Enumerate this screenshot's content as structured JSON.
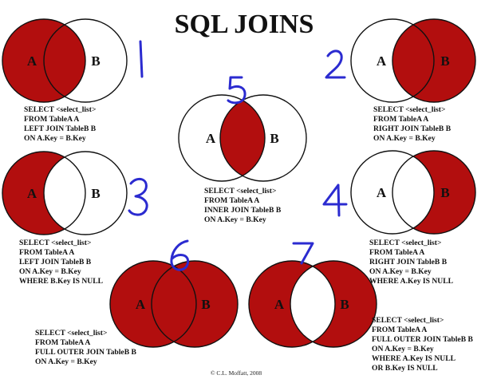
{
  "title": "SQL JOINS",
  "colors": {
    "fill": "#b20e0e",
    "ink": "#111111",
    "annotation": "#2b2bd0"
  },
  "diagrams": [
    {
      "id": "left-join",
      "annotation": "1",
      "set_a": "A",
      "set_b": "B",
      "shaded": "A",
      "sql": [
        "SELECT <select_list>",
        "FROM TableA A",
        "LEFT JOIN TableB B",
        "ON A.Key = B.Key"
      ]
    },
    {
      "id": "right-join",
      "annotation": "2",
      "set_a": "A",
      "set_b": "B",
      "shaded": "B",
      "sql": [
        "SELECT <select_list>",
        "FROM TableA A",
        "RIGHT JOIN TableB B",
        "ON A.Key = B.Key"
      ]
    },
    {
      "id": "left-join-null",
      "annotation": "3",
      "set_a": "A",
      "set_b": "B",
      "shaded": "A-only",
      "sql": [
        "SELECT <select_list>",
        "FROM TableA A",
        "LEFT JOIN TableB B",
        "ON A.Key = B.Key",
        "WHERE B.Key IS NULL"
      ]
    },
    {
      "id": "right-join-null",
      "annotation": "4",
      "set_a": "A",
      "set_b": "B",
      "shaded": "B-only",
      "sql": [
        "SELECT <select_list>",
        "FROM TableA A",
        "RIGHT JOIN TableB B",
        "ON A.Key = B.Key",
        "WHERE A.Key IS NULL"
      ]
    },
    {
      "id": "inner-join",
      "annotation": "5",
      "set_a": "A",
      "set_b": "B",
      "shaded": "intersection",
      "sql": [
        "SELECT <select_list>",
        "FROM TableA A",
        "INNER JOIN TableB B",
        "ON A.Key = B.Key"
      ]
    },
    {
      "id": "full-outer-join",
      "annotation": "6",
      "set_a": "A",
      "set_b": "B",
      "shaded": "union",
      "sql": [
        "SELECT <select_list>",
        "FROM TableA A",
        "FULL OUTER JOIN TableB B",
        "ON A.Key = B.Key"
      ]
    },
    {
      "id": "full-outer-join-null",
      "annotation": "7",
      "set_a": "A",
      "set_b": "B",
      "shaded": "symmetric-difference",
      "sql": [
        "SELECT <select_list>",
        "FROM TableA A",
        "FULL OUTER JOIN TableB B",
        "ON A.Key = B.Key",
        "WHERE A.Key IS NULL",
        "OR B.Key IS NULL"
      ]
    }
  ],
  "copyright": "© C.L. Moffatt, 2008"
}
